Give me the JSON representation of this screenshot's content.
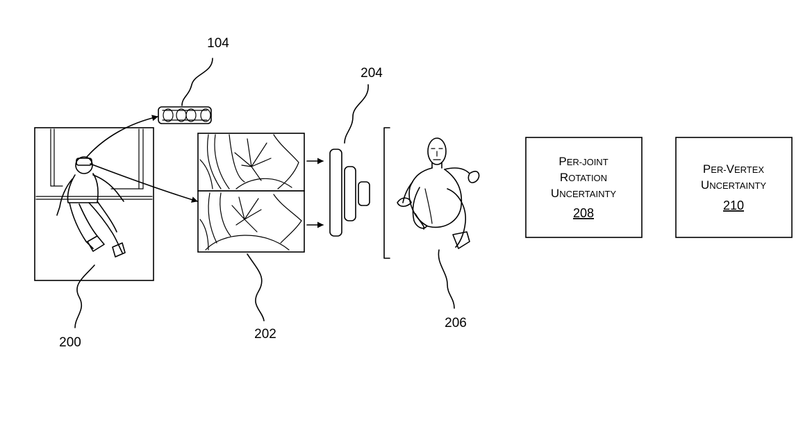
{
  "labels": {
    "device": "104",
    "input_image": "200",
    "crops": "202",
    "network": "204",
    "body_model": "206",
    "box1_number": "208",
    "box2_number": "210"
  },
  "boxes": {
    "box1": {
      "line1": {
        "a": "P",
        "b": "ER-JOINT"
      },
      "line2": {
        "a": "R",
        "b": "OTATION"
      },
      "line3": {
        "a": "U",
        "b": "NCERTAINTY"
      }
    },
    "box2": {
      "line1": {
        "a": "P",
        "b": "ER-",
        "c": "V",
        "d": "ERTEX"
      },
      "line2": {
        "a": "U",
        "b": "NCERTAINTY"
      }
    }
  }
}
